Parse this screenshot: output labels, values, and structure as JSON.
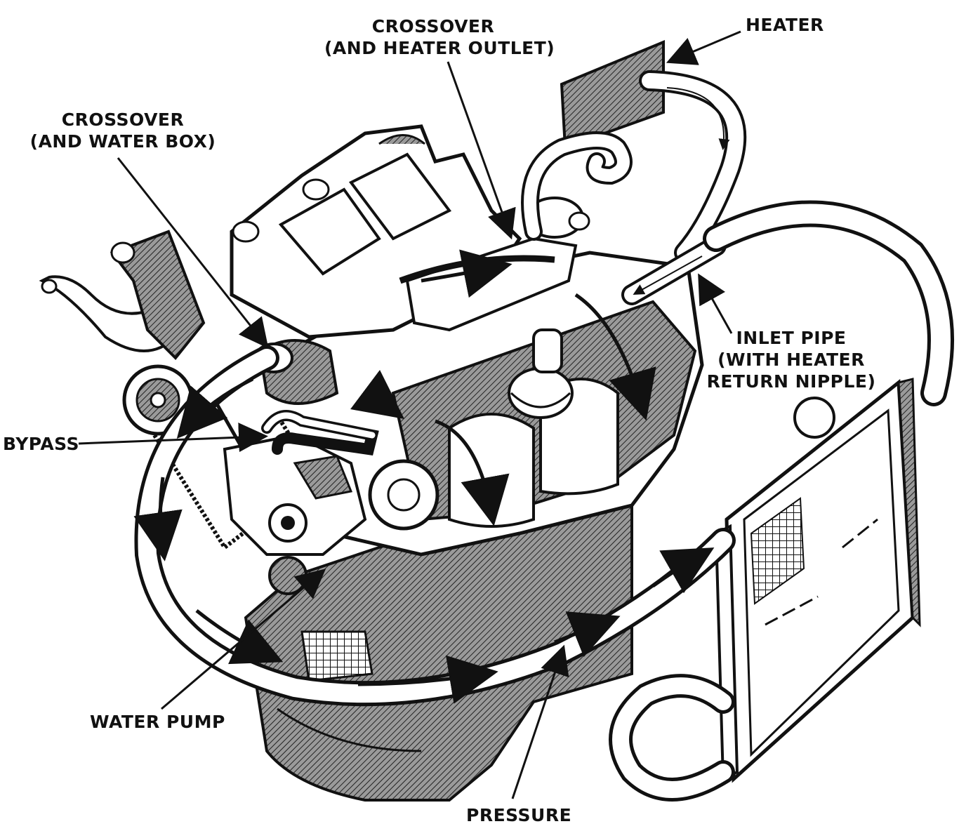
{
  "labels": {
    "crossover_heater_outlet": [
      "CROSSOVER",
      "(AND HEATER OUTLET)"
    ],
    "heater": "HEATER",
    "crossover_water_box": [
      "CROSSOVER",
      "(AND WATER BOX)"
    ],
    "inlet_pipe": [
      "INLET PIPE",
      "(WITH HEATER",
      "RETURN NIPPLE)"
    ],
    "bypass": "BYPASS",
    "water_pump": "WATER PUMP",
    "pressure": "PRESSURE"
  },
  "colors": {
    "ink": "#111111",
    "shade": "#6a6a6a",
    "paper": "#ffffff"
  }
}
